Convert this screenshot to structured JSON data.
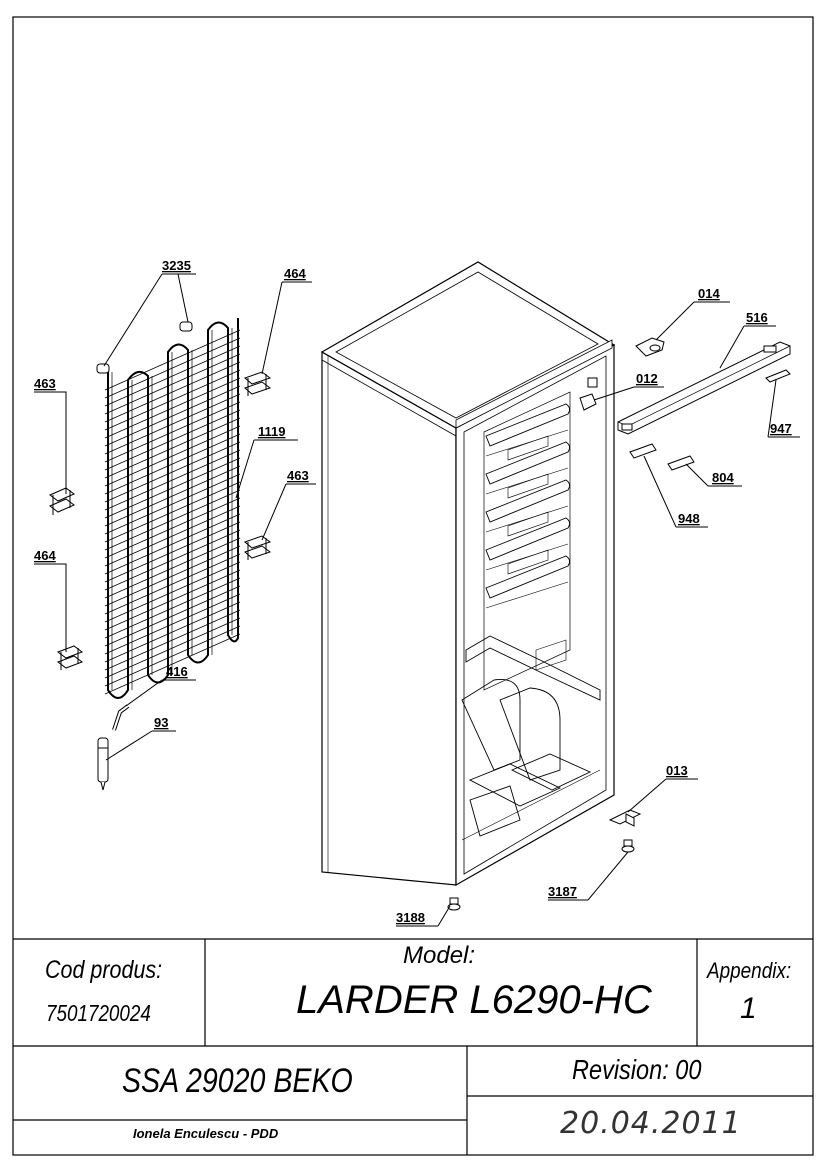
{
  "labels": {
    "l3235": "3235",
    "l464a": "464",
    "l463a": "463",
    "l1119": "1119",
    "l463b": "463",
    "l464b": "464",
    "l416": "416",
    "l93": "93",
    "l014": "014",
    "l516": "516",
    "l012": "012",
    "l947": "947",
    "l804": "804",
    "l948": "948",
    "l013": "013",
    "l3187": "3187",
    "l3188": "3188"
  },
  "title_block": {
    "cod_label": "Cod produs:",
    "cod_value": "7501720024",
    "model_label": "Model:",
    "model_value": "LARDER L6290-HC",
    "appendix_label": "Appendix:",
    "appendix_value": "1",
    "ssa": "SSA 29020 BEKO",
    "revision": "Revision: 00",
    "author": "Ionela Enculescu - PDD",
    "date": "20.04.2011"
  }
}
